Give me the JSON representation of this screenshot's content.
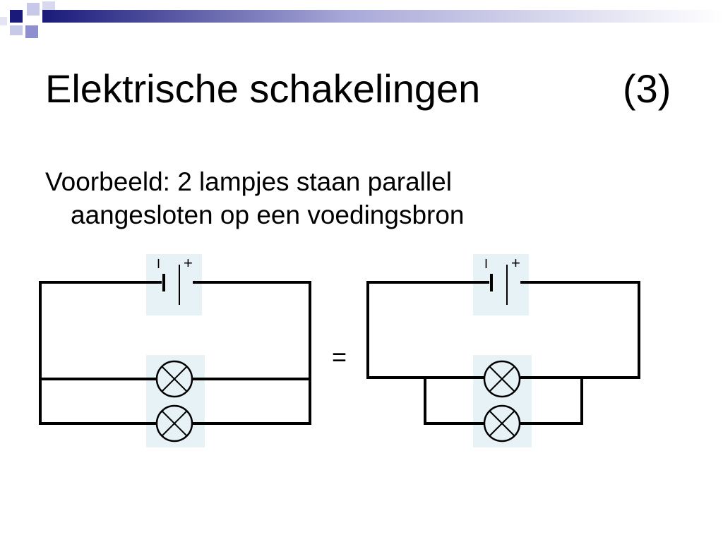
{
  "slide": {
    "title": "Elektrische schakelingen",
    "title_number": "(3)",
    "body_line1": "Voorbeeld: 2 lampjes staan parallel",
    "body_line2": "aangesloten op een voedingsbron"
  },
  "diagram": {
    "equals_sign": "=",
    "battery_minus": "I",
    "battery_plus": "+",
    "highlight_color": "#e6f2f6",
    "wire_color": "#000000"
  },
  "theme": {
    "accent_dark": "#1a1a7a",
    "accent_mid": "#8f8fcf",
    "accent_light": "#d8d8ee"
  }
}
